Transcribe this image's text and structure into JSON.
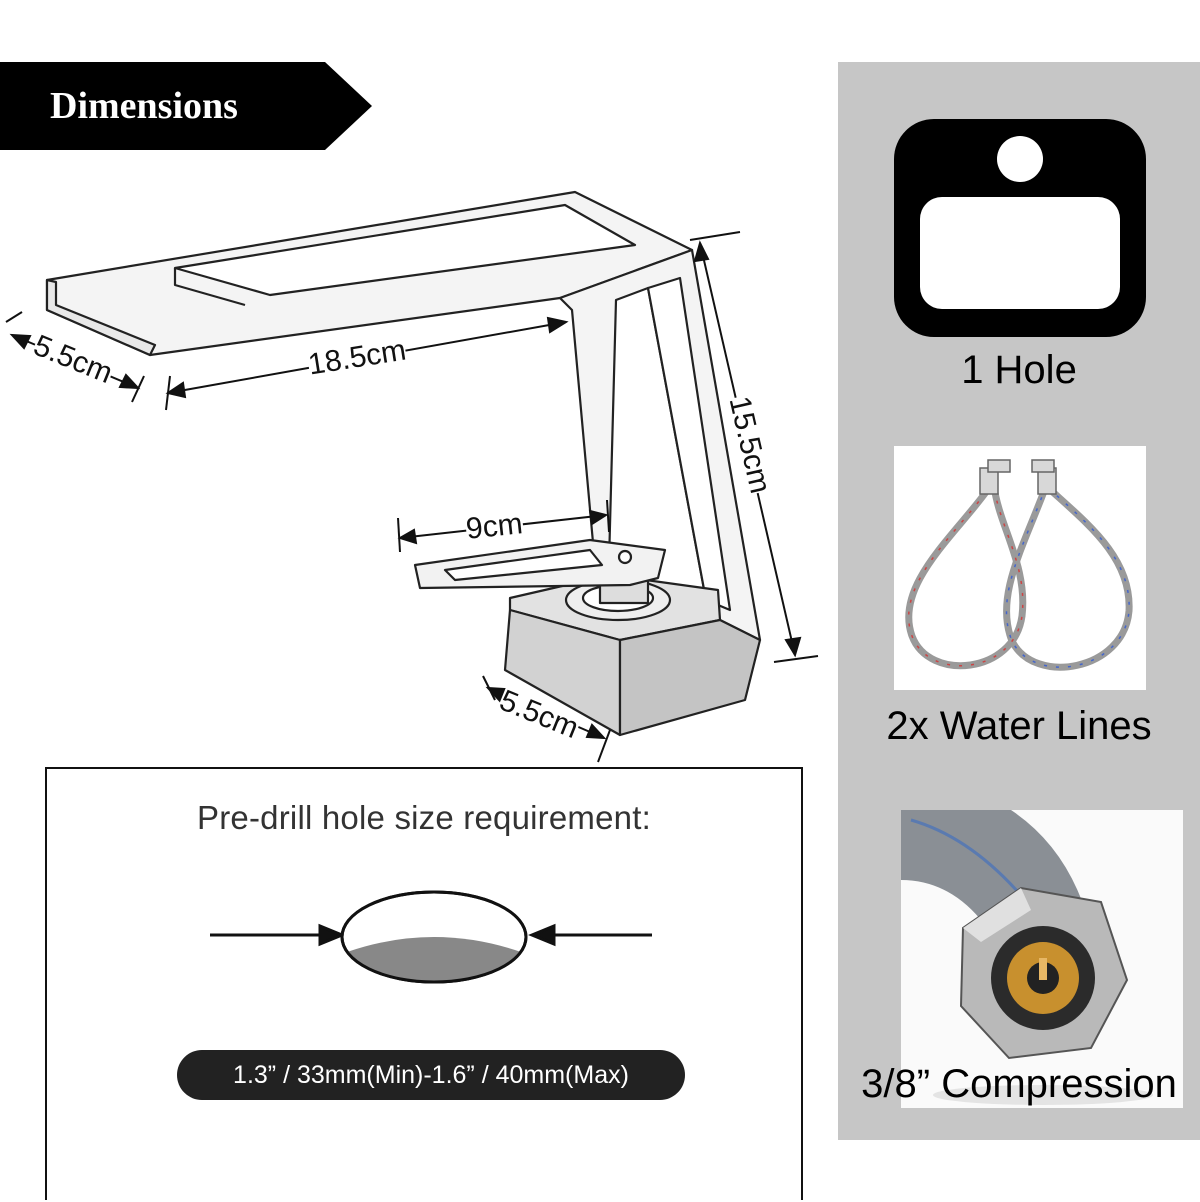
{
  "header": {
    "title": "Dimensions"
  },
  "dimensions": {
    "base_depth_top": "5.5cm",
    "spout_length": "18.5cm",
    "height": "15.5cm",
    "handle_length": "9cm",
    "base_depth_bottom": "5.5cm"
  },
  "drill": {
    "title": "Pre-drill hole size requirement:",
    "size": "1.3” / 33mm(Min)-1.6” / 40mm(Max)"
  },
  "features": [
    {
      "label": "1 Hole",
      "icon": "sink-hole-icon"
    },
    {
      "label": "2x Water Lines",
      "icon": "braided-hose-image"
    },
    {
      "label": "3/8” Compression",
      "icon": "compression-fitting-image"
    }
  ],
  "colors": {
    "panel": "#c6c6c6",
    "banner": "#000000"
  }
}
